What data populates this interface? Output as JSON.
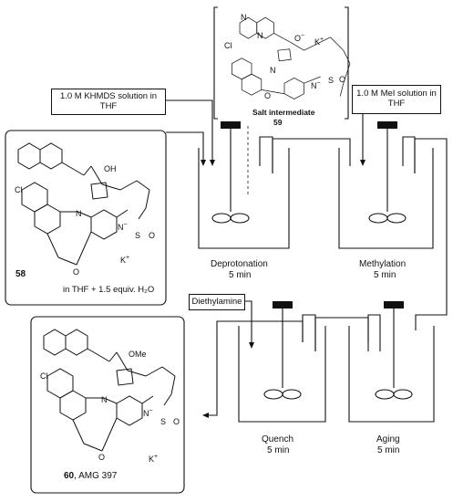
{
  "reagents": {
    "khmds": "1.0 M KHMDS solution in THF",
    "mei": "1.0 M MeI solution in THF",
    "diethylamine": "Diethylamine"
  },
  "salt": {
    "title": "Salt intermediate",
    "number": "59",
    "oxide": "O",
    "oxide_charge": "−",
    "k1": "K",
    "k1_charge": "+",
    "nminus": "N",
    "nminus_charge": "−",
    "so2": "S",
    "o": "O",
    "n_ring": "N",
    "n_pip": "N",
    "n_amine": "N",
    "cl": "Cl",
    "o_ring": "O"
  },
  "sm": {
    "number": "58",
    "condition": "in THF + 1.5 equiv. H₂O",
    "oh": "OH",
    "k": "K",
    "k_charge": "+",
    "n_minus": "N",
    "n_minus_charge": "−",
    "s": "S",
    "o": "O",
    "cl": "Cl",
    "n": "N",
    "o_ring": "O"
  },
  "product": {
    "number": "60",
    "name": ", AMG 397",
    "ome": "OMe",
    "k": "K",
    "k_charge": "+",
    "n_minus": "N",
    "n_minus_charge": "−",
    "s": "S",
    "o": "O",
    "cl": "Cl",
    "n": "N",
    "o_ring": "O"
  },
  "steps": {
    "deprotonation": "Deprotonation",
    "deprotonation_time": "5 min",
    "methylation": "Methylation",
    "methylation_time": "5 min",
    "quench": "Quench",
    "quench_time": "5 min",
    "aging": "Aging",
    "aging_time": "5 min"
  },
  "colors": {
    "line": "#111111",
    "dash": "#555555"
  }
}
